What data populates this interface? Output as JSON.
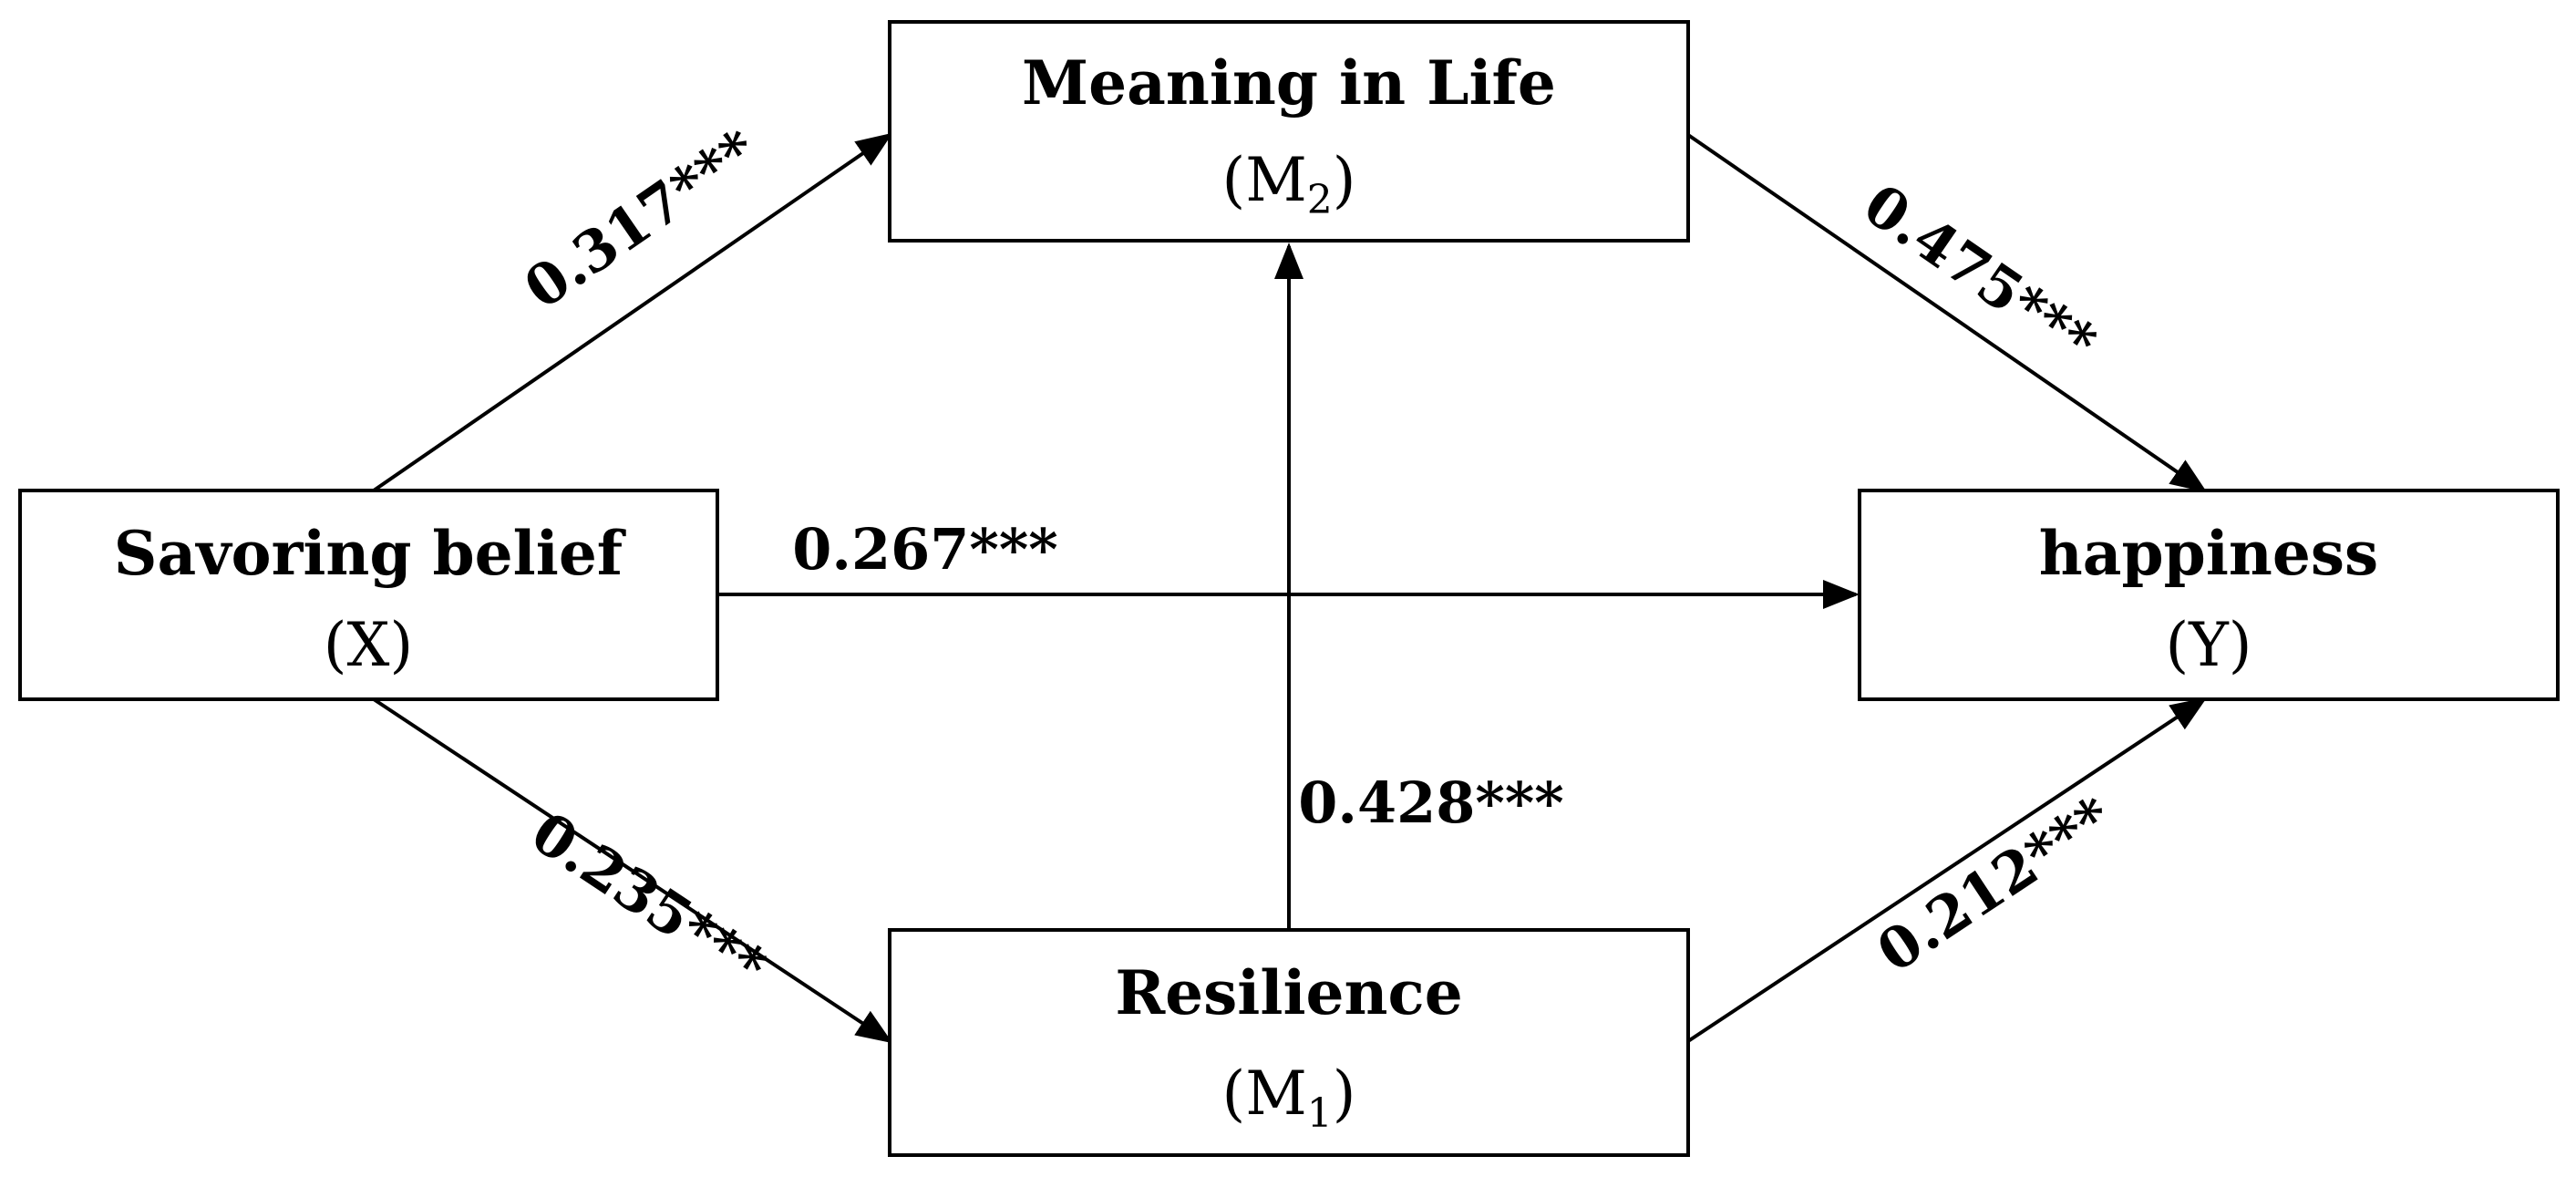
{
  "nodes": {
    "savoring": {
      "title": "Savoring belief",
      "symbol": "(X)"
    },
    "meaning": {
      "title": "Meaning in Life",
      "symbol_open": "(M",
      "symbol_sub": "2",
      "symbol_close": ")"
    },
    "resilience": {
      "title": "Resilience",
      "symbol_open": "(M",
      "symbol_sub": "1",
      "symbol_close": ")"
    },
    "happiness": {
      "title": "happiness",
      "symbol": "(Y)"
    }
  },
  "edges": {
    "x_to_m2": "0.317***",
    "m2_to_y": "0.475***",
    "x_to_y": "0.267***",
    "m1_to_m2": "0.428***",
    "x_to_m1": "0.235***",
    "m1_to_y": "0.212***"
  }
}
